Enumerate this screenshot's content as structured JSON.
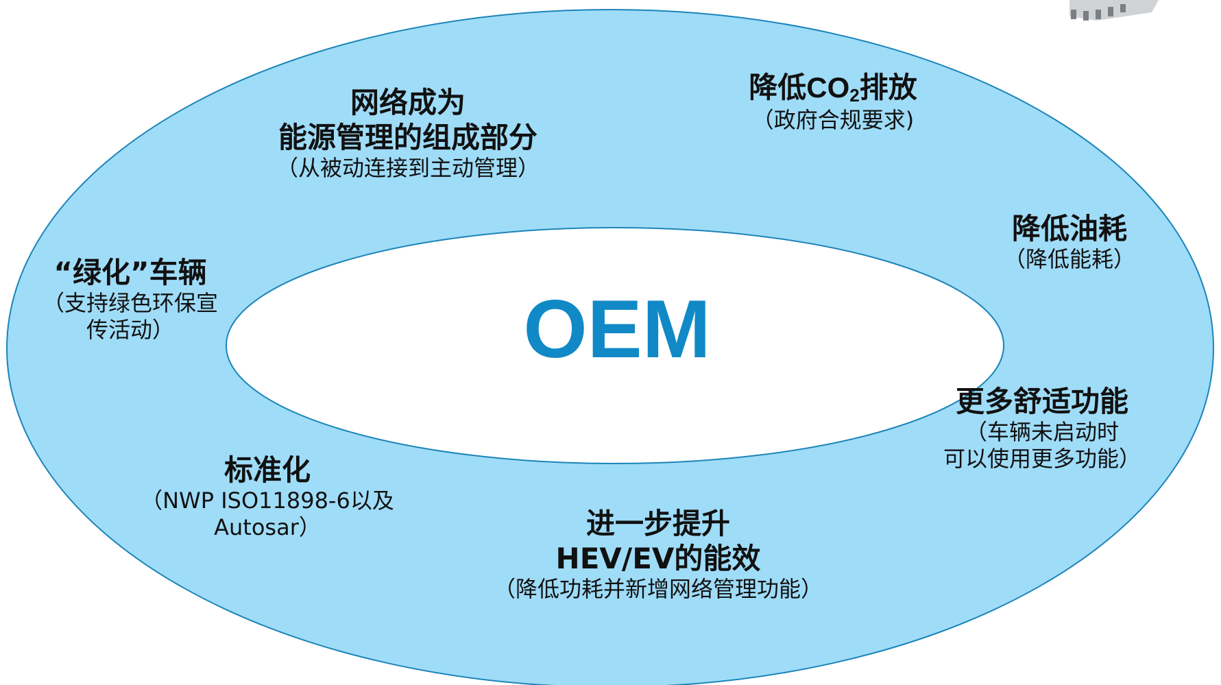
{
  "colors": {
    "ring_fill": "#9fdcf8",
    "ring_stroke": "#1b84b8",
    "inner_fill": "#ffffff",
    "center_text": "#1089c6"
  },
  "center_label": "OEM",
  "items": [
    {
      "h1": "网络成为",
      "h2": "能源管理的组成部分",
      "s1": "（从被动连接到主动管理）"
    },
    {
      "h_pre": "降低CO",
      "h_sub": "2",
      "h_post": "排放",
      "s1": "（政府合规要求)"
    },
    {
      "h1": "降低油耗",
      "s1": "（降低能耗）"
    },
    {
      "h1": "“绿化”车辆",
      "s1": "（支持绿色环保宣",
      "s2": "传活动）"
    },
    {
      "h1": "更多舒适功能",
      "s1": "（车辆未启动时",
      "s2": "可以使用更多功能）"
    },
    {
      "h1": "标准化",
      "s1": "（NWP ISO11898-6以及",
      "s2": "Autosar）"
    },
    {
      "h1": "进一步提升",
      "h2": "HEV/EV的能效",
      "s1": "（降低功耗并新增网络管理功能）"
    }
  ]
}
